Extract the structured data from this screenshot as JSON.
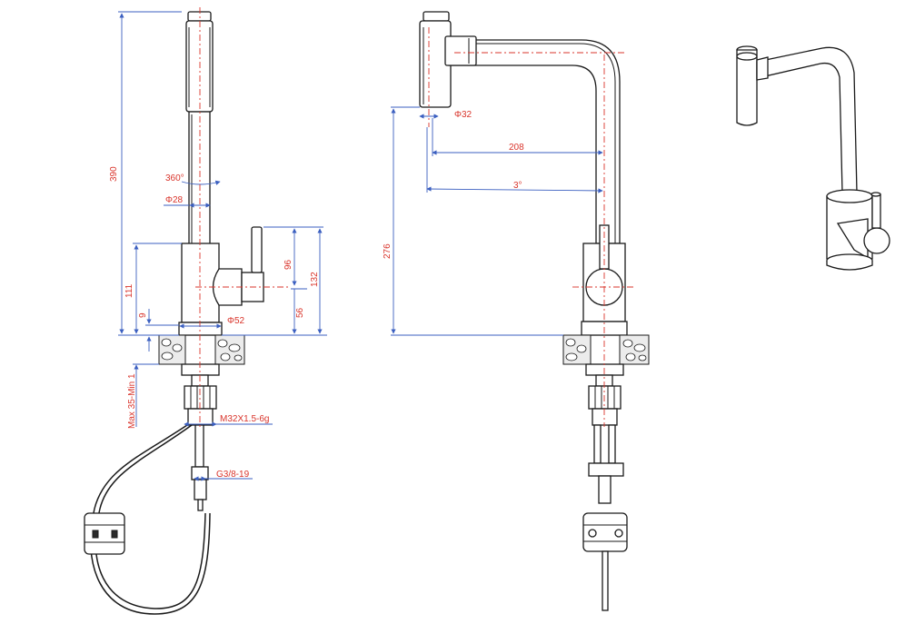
{
  "drawing": {
    "side_view": {
      "height_total": "390",
      "rotation": "360°",
      "spout_diameter": "Φ28",
      "body_height": "111",
      "handle_height": "96",
      "lever_total": "132",
      "handle_offset": "56",
      "base_thickness": "9",
      "base_diameter": "Φ52",
      "counter_thickness": "Max 35-Min 1",
      "thread": "M32X1.5-6g",
      "hose_thread": "G3/8-19"
    },
    "front_view": {
      "outlet_diameter": "Φ32",
      "reach": "208",
      "spout_height": "276",
      "tilt": "3°"
    },
    "colors": {
      "dimension_text": "#d9342b",
      "dimension_line": "#3b5fc0",
      "outline": "#1a1a1a"
    }
  }
}
